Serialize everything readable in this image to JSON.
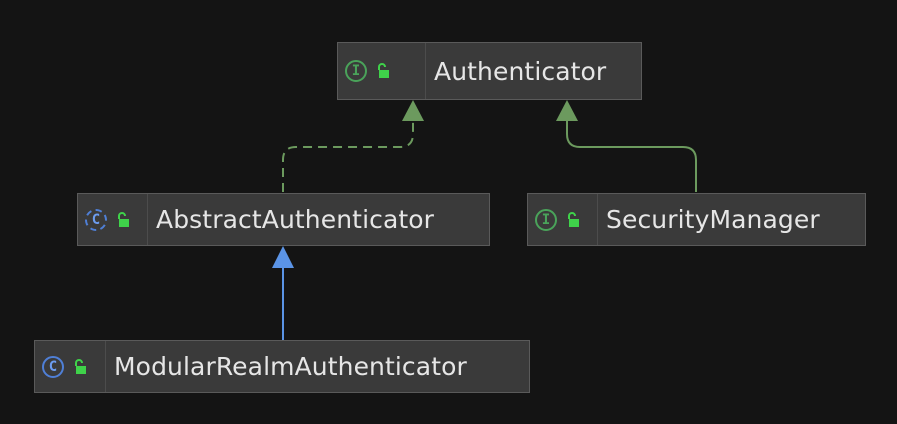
{
  "nodes": [
    {
      "id": "authenticator",
      "label": "Authenticator",
      "kind": "interface",
      "kind_glyph": "I",
      "icons": [
        "interface-icon",
        "public-lock-icon"
      ]
    },
    {
      "id": "abstract-authenticator",
      "label": "AbstractAuthenticator",
      "kind": "abstract-class",
      "kind_glyph": "C",
      "icons": [
        "abstract-class-icon",
        "public-lock-icon"
      ]
    },
    {
      "id": "security-manager",
      "label": "SecurityManager",
      "kind": "interface",
      "kind_glyph": "I",
      "icons": [
        "interface-icon",
        "public-lock-icon"
      ]
    },
    {
      "id": "modular-realm-authenticator",
      "label": "ModularRealmAuthenticator",
      "kind": "class",
      "kind_glyph": "C",
      "icons": [
        "class-icon",
        "public-lock-icon"
      ]
    }
  ],
  "edges": [
    {
      "from": "abstract-authenticator",
      "to": "authenticator",
      "relation": "implements",
      "style": "dashed",
      "color": "#6c9a5e"
    },
    {
      "from": "security-manager",
      "to": "authenticator",
      "relation": "extends",
      "style": "solid",
      "color": "#6c9a5e"
    },
    {
      "from": "modular-realm-authenticator",
      "to": "abstract-authenticator",
      "relation": "extends",
      "style": "solid",
      "color": "#5b94e6"
    }
  ],
  "colors": {
    "background": "#141414",
    "node_fill": "#3a3a3a",
    "node_border": "#5a5a5a",
    "text": "#e6e6e6",
    "interface_green": "#4aa35a",
    "class_blue": "#4f7fd6",
    "lock_green": "#3fd24a"
  }
}
